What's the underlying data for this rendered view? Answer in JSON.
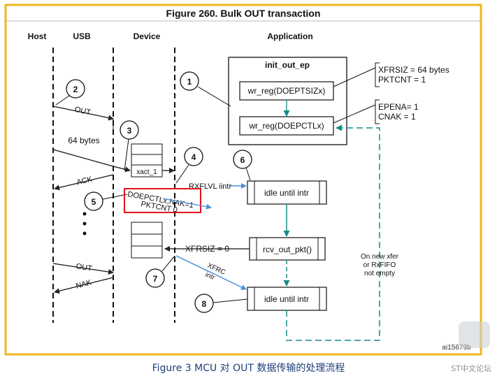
{
  "figure": {
    "title": "Figure 260. Bulk OUT transaction",
    "code": "ai15679b",
    "columns": {
      "host": "Host",
      "usb": "USB",
      "device": "Device",
      "application": "Application"
    }
  },
  "init_box": {
    "title": "init_out_ep",
    "reg1": "wr_reg(DOEPTSIZx)",
    "reg2": "wr_reg(DOEPCTLx)"
  },
  "reg_notes": {
    "xfrsiz": "XFRSIZ  = 64 bytes",
    "pktcnt": "PKTCNT = 1",
    "epena": "EPENA= 1",
    "cnak": "CNAK = 1"
  },
  "steps": [
    "1",
    "2",
    "3",
    "4",
    "5",
    "6",
    "7",
    "8"
  ],
  "signals": {
    "out1": "OUT",
    "bytes64": "64 bytes",
    "ack": "ACK",
    "out2": "OUT",
    "nak": "NAK",
    "xact": "xact_1",
    "doepctl": "DOEPCTLx,NAK=1",
    "pktcnt0": "PKTCNT 0",
    "rxflvl": "RXFLVL iintr",
    "xfrsiz0": "XFRSIZ = 0",
    "xfrc1": "XFRC",
    "xfrc2": "intr"
  },
  "app_boxes": {
    "idle1": "idle until intr",
    "rcv": "rcv_out_pkt()",
    "idle2": "idle until intr"
  },
  "loop_note": [
    "On new xfer",
    "or RxFIFO",
    "not empty"
  ],
  "caption": "Figure 3 MCU 对 OUT 数据传输的处理流程",
  "watermark": "ST中文论坛",
  "colors": {
    "frame": "#f2b51c",
    "arrow_blue": "#4a90d9",
    "arrow_teal": "#178a8a",
    "highlight": "#e0141c",
    "caption": "#1f3f7a"
  }
}
